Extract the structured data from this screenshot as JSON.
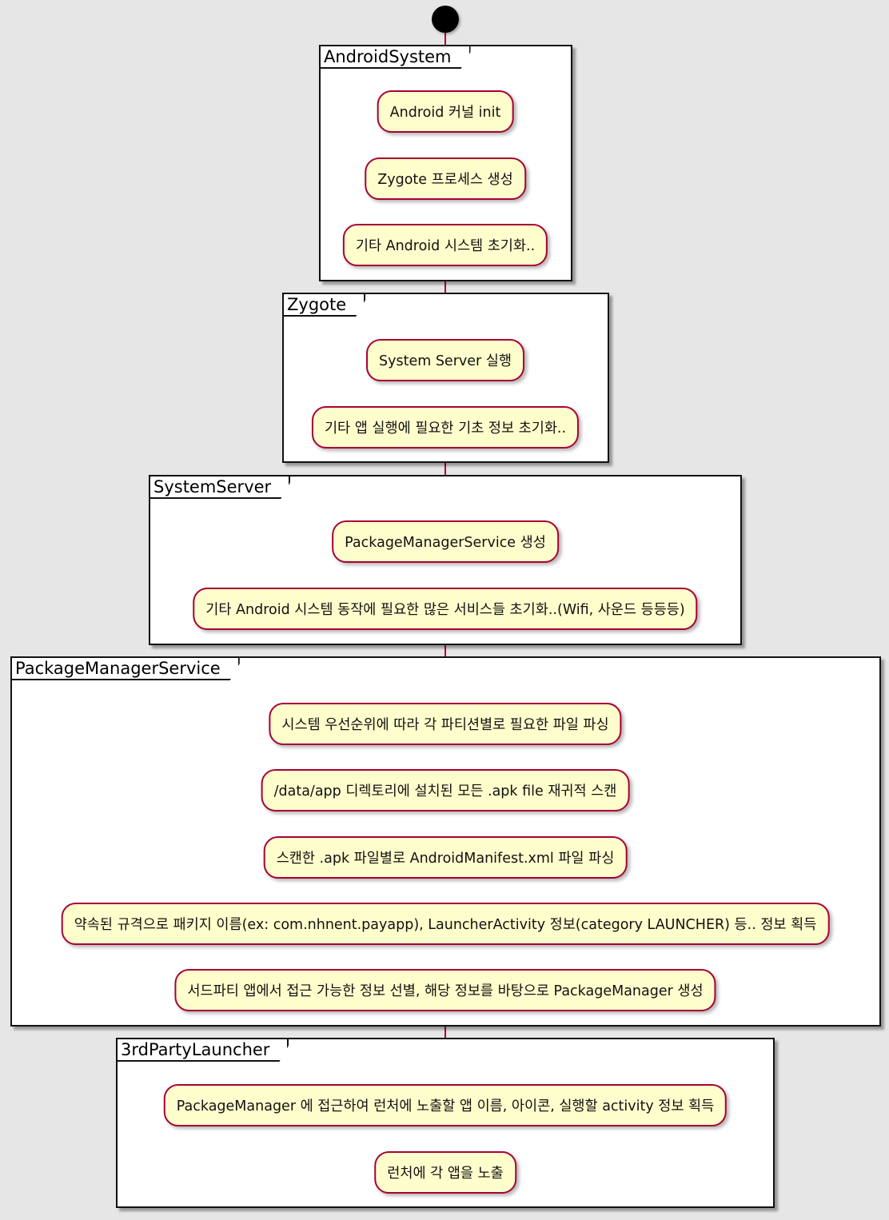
{
  "diagram": {
    "partitions": [
      {
        "title": "AndroidSystem",
        "steps": [
          "Android 커널 init",
          "Zygote 프로세스 생성",
          "기타 Android 시스템 초기화.."
        ]
      },
      {
        "title": "Zygote",
        "steps": [
          "System Server 실행",
          "기타 앱 실행에 필요한 기초 정보 초기화.."
        ]
      },
      {
        "title": "SystemServer",
        "steps": [
          "PackageManagerService 생성",
          "기타 Android 시스템 동작에 필요한 많은 서비스들 초기화..(Wifi, 사운드 등등등)"
        ]
      },
      {
        "title": "PackageManagerService",
        "steps": [
          "시스템 우선순위에 따라 각 파티션별로 필요한 파일 파싱",
          "/data/app 디렉토리에 설치된 모든 .apk file 재귀적 스캔",
          "스캔한 .apk 파일별로 AndroidManifest.xml 파일 파싱",
          "약속된 규격으로 패키지 이름(ex: com.nhnent.payapp), LauncherActivity 정보(category LAUNCHER) 등.. 정보 획득",
          "서드파티 앱에서 접근 가능한 정보 선별, 해당 정보를 바탕으로 PackageManager 생성"
        ]
      },
      {
        "title": "3rdPartyLauncher",
        "steps": [
          "PackageManager 에 접근하여 런처에 노출할 앱 이름, 아이콘, 실행할 activity 정보 획득",
          "런처에 각 앱을 노출"
        ]
      }
    ],
    "colors": {
      "node_fill": "#fefecd",
      "node_border": "#a80036",
      "arrow": "#a80036",
      "background": "#e6e6e6"
    }
  }
}
